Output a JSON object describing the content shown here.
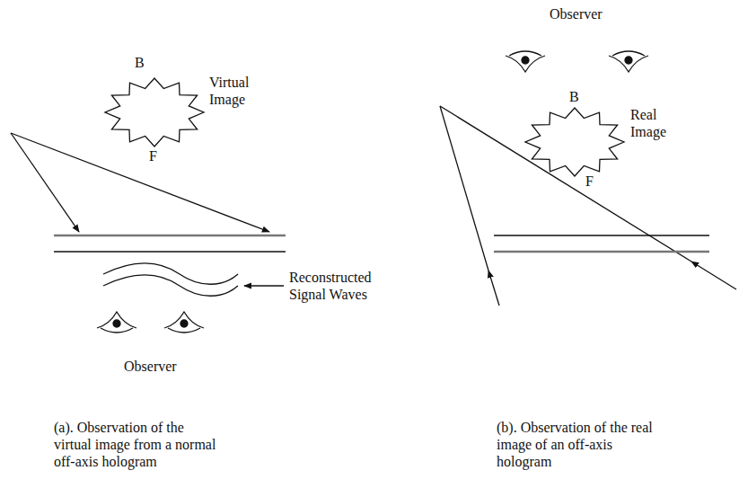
{
  "diagram": {
    "labels": [
      "B",
      "Virtual Image",
      "F",
      "Reconstructed Signal Waves",
      "Observer",
      "(a). Observation of the virtual image from a normal off-axis hologram",
      "Observer",
      "B",
      "Real Image",
      "F",
      "(b). Observation of the real image of an off-axis hologram"
    ]
  }
}
